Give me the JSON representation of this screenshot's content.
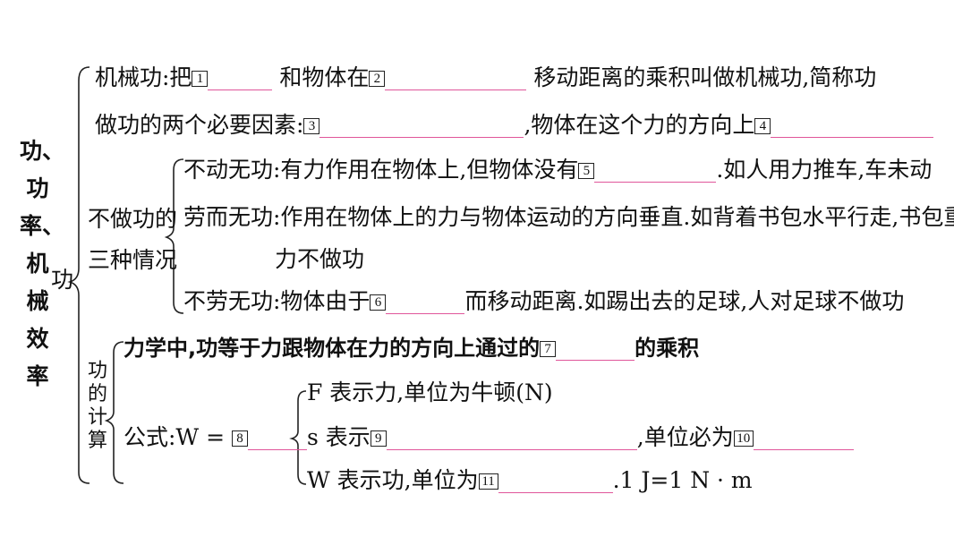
{
  "title_vertical": [
    "功、",
    "功",
    "率、",
    "机",
    "械",
    "效",
    "率"
  ],
  "gong_label": "功",
  "line1": {
    "prefix": "机械功:把",
    "n1": "1",
    "mid": "和物体在",
    "n2": "2",
    "suffix": "移动距离的乘积叫做机械功,简称功"
  },
  "line2": {
    "prefix": "做功的两个必要因素:",
    "n3": "3",
    "mid": ",物体在这个力的方向上",
    "n4": "4"
  },
  "no_work_label": [
    "不做功的",
    "三种情况"
  ],
  "nw1": {
    "prefix": "不动无功:有力作用在物体上,但物体没有",
    "n": "5",
    "suffix": ".如人用力推车,车未动"
  },
  "nw2": {
    "line_a": "劳而无功:作用在物体上的力与物体运动的方向垂直.如背着书包水平行走,书包重",
    "line_b": "力不做功"
  },
  "nw3": {
    "prefix": "不劳无功:物体由于",
    "n": "6",
    "suffix": "而移动距离.如踢出去的足球,人对足球不做功"
  },
  "calc_label": [
    "功",
    "的",
    "计",
    "算"
  ],
  "calc_def": {
    "prefix": "力学中,功等于力跟物体在力的方向上通过的",
    "n": "7",
    "suffix": "的乘积"
  },
  "formula": {
    "prefix": "公式:W =",
    "n": "8"
  },
  "f_line": "F 表示力,单位为牛顿(N)",
  "s_line": {
    "prefix": "s 表示",
    "n9": "9",
    "mid": ",单位必为",
    "n10": "10"
  },
  "w_line": {
    "prefix": "W 表示功,单位为",
    "n": "11",
    "suffix": ".1 J=1 N · m"
  },
  "colors": {
    "blank_underline": "#e0569a",
    "text": "#111111"
  }
}
